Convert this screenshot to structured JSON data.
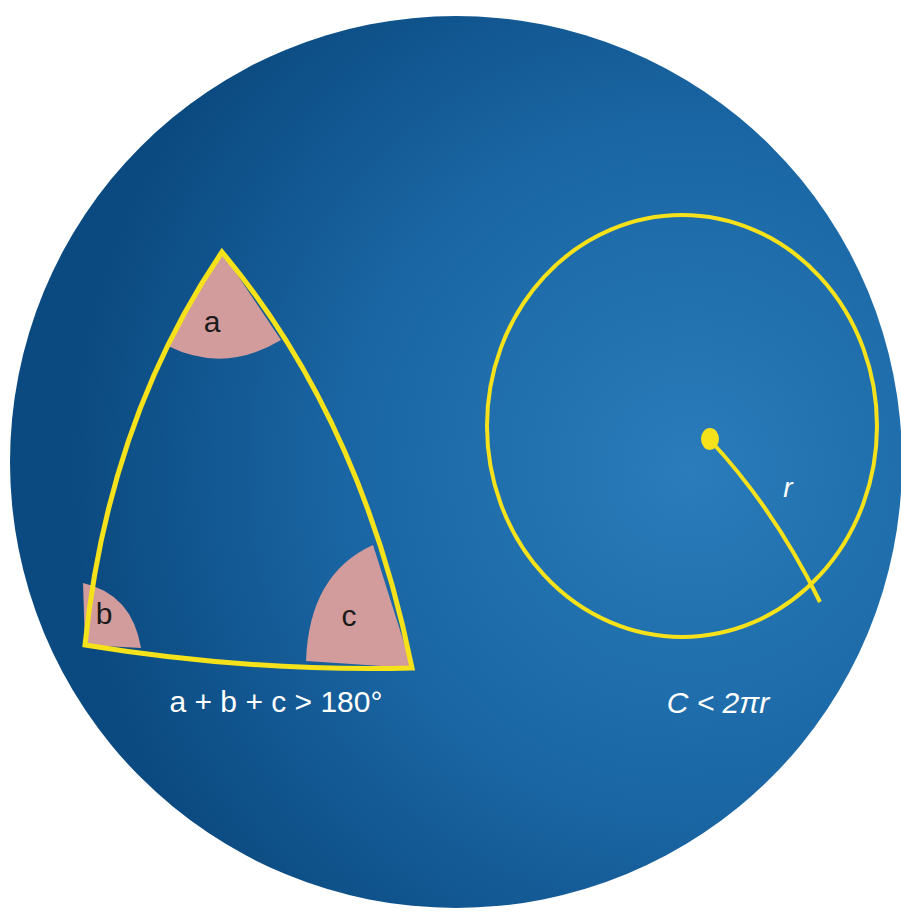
{
  "diagram": {
    "labels": [
      "a",
      "b",
      "c",
      "a + b + c > 180°",
      "r",
      "C < 2πr"
    ]
  }
}
